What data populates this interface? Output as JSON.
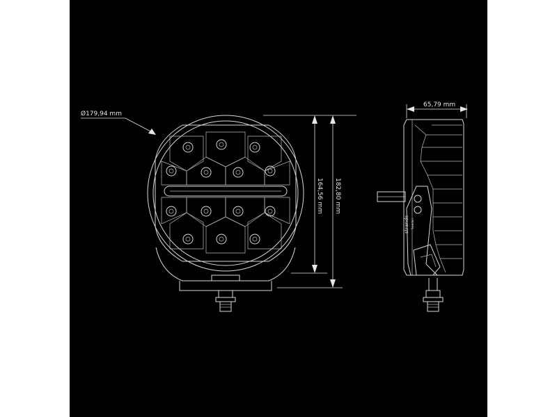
{
  "dimensions": {
    "diameter": "Ø179,94 mm",
    "height_inner": "164,56 mm",
    "height_outer": "182,80 mm",
    "depth": "65,79 mm"
  },
  "brand": {
    "name": "strands",
    "tagline": "Sweden"
  },
  "colors": {
    "background": "#000000",
    "page": "#ffffff",
    "line": "#d8d8d8"
  }
}
